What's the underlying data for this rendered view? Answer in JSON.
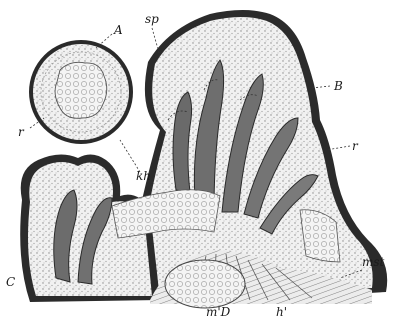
{
  "labels": {
    "A": "A",
    "sp": "sp",
    "B": "B",
    "r_right": "r",
    "r_left": "r",
    "kh": "kh",
    "C": "C",
    "mst": "mst",
    "mD": "m'D",
    "h": "h'"
  },
  "colors": {
    "ink": "#1a1a1a",
    "tissue": "#e9e9e9",
    "dark_tissue": "#6e6e6e"
  }
}
